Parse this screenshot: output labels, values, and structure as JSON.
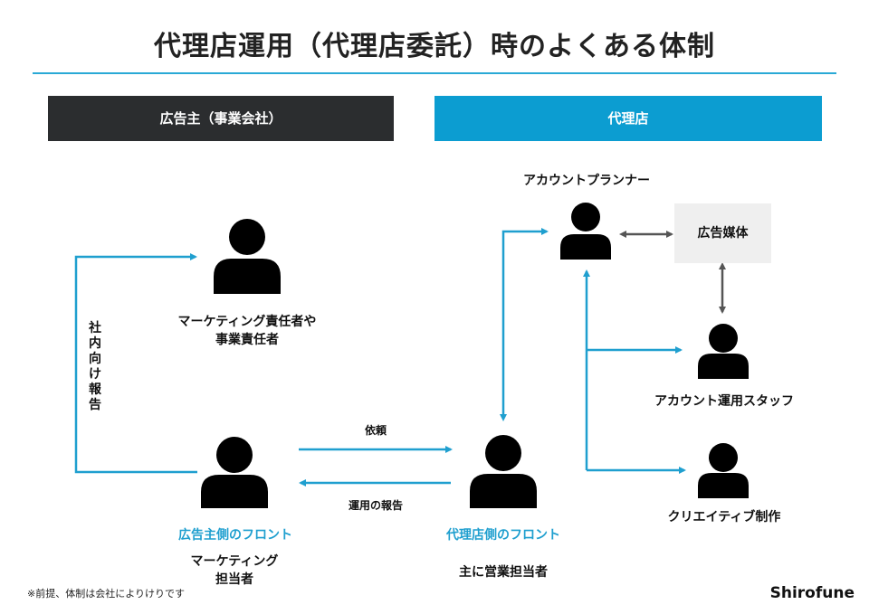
{
  "title": "代理店運用（代理店委託）時のよくある体制",
  "headers": {
    "client": "広告主（事業会社）",
    "agency": "代理店"
  },
  "people": {
    "marketing_manager": [
      "マーケティング責任者や",
      "事業責任者"
    ],
    "client_front_role": "広告主側のフロント",
    "client_front_desc": [
      "マーケティング",
      "担当者"
    ],
    "agency_front_role": "代理店側のフロント",
    "agency_front_desc": "主に営業担当者",
    "account_planner": "アカウントプランナー",
    "account_staff": "アカウント運用スタッフ",
    "creative": "クリエイティブ制作"
  },
  "media_box": "広告媒体",
  "edge_labels": {
    "internal_report": [
      "社",
      "内",
      "向",
      "け",
      "報",
      "告"
    ],
    "request": "依頼",
    "ops_report": "運用の報告"
  },
  "footer": {
    "note": "※前提、体制は会社によりけりです",
    "brand": "Shirofune"
  },
  "colors": {
    "accent": "#1f9fcf",
    "dark_header": "#2b2d2f",
    "agency_header": "#0c9dd1",
    "arrow_gray": "#555555"
  }
}
